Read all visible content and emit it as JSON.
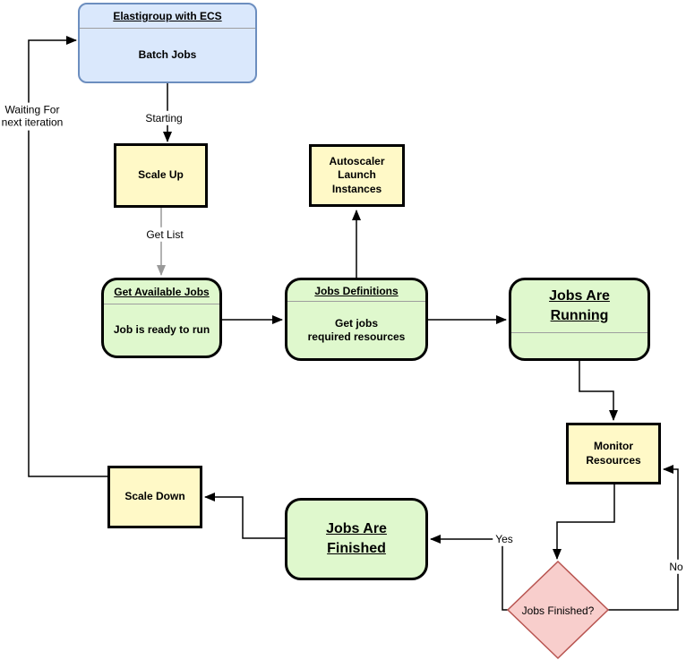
{
  "diagram": {
    "nodes": {
      "elastigroup": {
        "title": "Elastigroup with ECS",
        "body": "Batch Jobs"
      },
      "scale_up": {
        "label": "Scale Up"
      },
      "autoscaler": {
        "label": "Autoscaler\nLaunch\nInstances"
      },
      "get_available_jobs": {
        "title": "Get Available Jobs",
        "body": "Job is ready to run"
      },
      "jobs_definitions": {
        "title": "Jobs Definitions",
        "body": "Get jobs\nrequired resources"
      },
      "jobs_are_running": {
        "title": "Jobs Are Running",
        "body": ""
      },
      "monitor_resources": {
        "label": "Monitor\nResources"
      },
      "jobs_finished_decision": {
        "label": "Jobs Finished?"
      },
      "jobs_are_finished": {
        "label": "Jobs Are Finished"
      },
      "scale_down": {
        "label": "Scale Down"
      }
    },
    "edge_labels": {
      "starting": "Starting",
      "get_list": "Get List",
      "waiting_for_next_iteration": "Waiting For\nnext iteration",
      "yes": "Yes",
      "no": "No"
    },
    "colors": {
      "blue_fill": "#dae8fc",
      "blue_border": "#6c8ebf",
      "yellow_fill": "#fff9c7",
      "black_border": "#000000",
      "green_fill": "#dff8cd",
      "pink_fill": "#f8cecc",
      "pink_border": "#b85450",
      "edge": "#000000",
      "gray_edge": "#999999",
      "divider": "#9e9e9e"
    }
  }
}
